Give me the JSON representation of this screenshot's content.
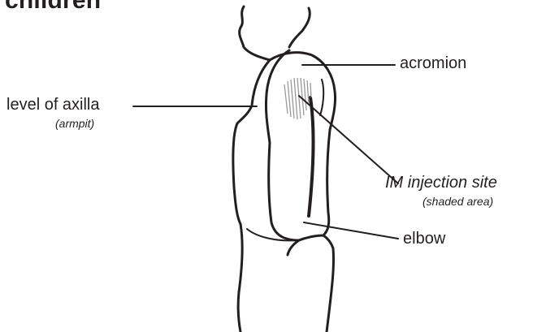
{
  "title": "children",
  "labels": {
    "acromion": "acromion",
    "axilla": "level of axilla",
    "axilla_note": "(armpit)",
    "injection": "IM injection site",
    "injection_note": "(shaded area)",
    "elbow": "elbow"
  },
  "colors": {
    "ink": "#231f20",
    "shading": "#9a9a9a",
    "background": "#ffffff"
  }
}
